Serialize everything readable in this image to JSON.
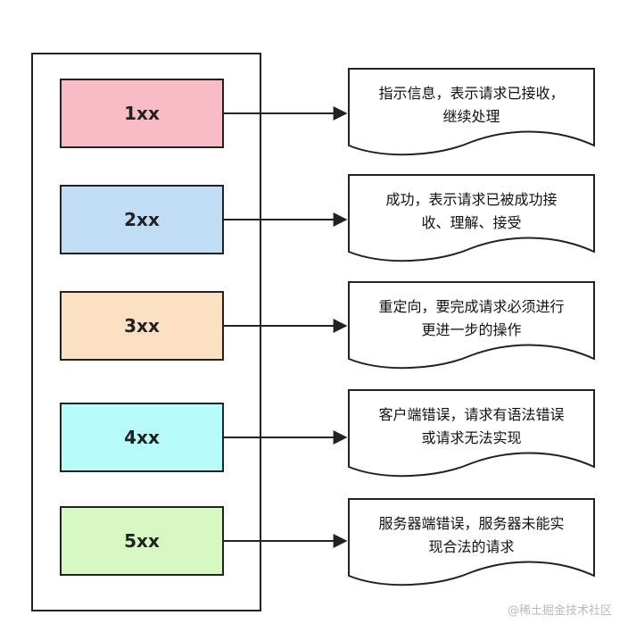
{
  "items": [
    {
      "code": "1xx",
      "color": "#f9bcc6",
      "desc": [
        "指示信息，表示请求已接收，",
        "继续处理"
      ]
    },
    {
      "code": "2xx",
      "color": "#c1ddf6",
      "desc": [
        "成功，表示请求已被成功接",
        "收、理解、接受"
      ]
    },
    {
      "code": "3xx",
      "color": "#fbe0c4",
      "desc": [
        "重定向，要完成请求必须进行",
        "更进一步的操作"
      ]
    },
    {
      "code": "4xx",
      "color": "#b7fbfb",
      "desc": [
        "客户端错误，请求有语法错误",
        "或请求无法实现"
      ]
    },
    {
      "code": "5xx",
      "color": "#d7f8c2",
      "desc": [
        "服务器端错误，服务器未能实",
        "现合法的请求"
      ]
    }
  ],
  "watermark": "@稀土掘金技术社区",
  "stroke_color": "#222222"
}
